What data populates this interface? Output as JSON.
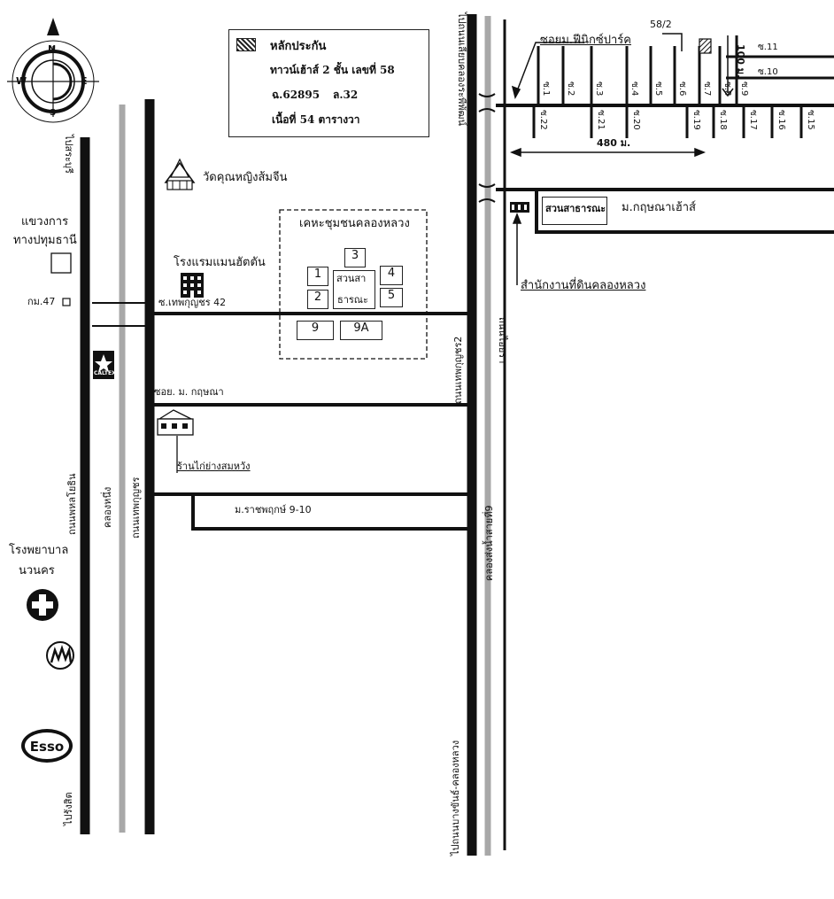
{
  "compass": {
    "n": "N",
    "s": "S",
    "e": "E",
    "w": "W"
  },
  "legend": {
    "title": "หลักประกัน",
    "line1": "ทาวน์เฮ้าส์ 2 ชั้น เลขที่ 58",
    "line2a": "ฉ.62895",
    "line2b": "ล.32",
    "line3": "เนื้อที่ 54 ตารางวา"
  },
  "labels": {
    "to_saraburi": "ไปสระบุรี",
    "district_office_1": "แขวงการ",
    "district_office_2": "ทางปทุมธานี",
    "km47": "กม.47",
    "temple": "วัดคุณหญิงส้มจีน",
    "hotel": "โรงแรมแมนฮัตตัน",
    "soi_thep42": "ซ.เทพกุญชร 42",
    "soi_kritsana": "ซอย. ม. กฤษณา",
    "restaurant": "ร้านไก่ย่างสมหวัง",
    "rachaphruk": "ม.ราชพฤกษ์ 9-10",
    "hospital_1": "โรงพยาบาล",
    "hospital_2": "นวนคร",
    "phahon_road": "ถนนพหลโยธิน",
    "khlong_nueng": "คลองหนึ่ง",
    "thep_road": "ถนนเทพกุญชร",
    "to_rangsit": "ไปรังสิต",
    "housing_title": "เคหะชุมชนคลองหลวง",
    "park_1": "สวนสา",
    "park_2": "ธารณะ",
    "thep2_road": "ถนนเทพกุญชร2",
    "khlong_9": "คลองส่งน้ำสายที่9",
    "to_bangkhan": "ไปถนนบางขันธ์-คลองหลวง",
    "to_liap_khlong": "ไปถนนเลียบคลองระพีพัฒน์",
    "itsaya_road": "ถนนไอยรา",
    "phoenix_park": "ซอยม.ฟีนิกซ์ปาร์ค",
    "house_no": "58/2",
    "dist_480": "480 ม.",
    "dist_100": "100 ม.",
    "park_public": "สวนสาธารณะ",
    "kritsana_house": "ม.กฤษณาเฮ้าส์",
    "land_office": "สำนักงานที่ดินคลองหลวง"
  },
  "blocks": [
    "1",
    "2",
    "3",
    "4",
    "5",
    "9",
    "9A"
  ],
  "soi_top": [
    "ซ.1",
    "ซ.2",
    "ซ.3",
    "ซ.4",
    "ซ.5",
    "ซ.6",
    "ซ.7",
    "ซ.8",
    "ซ.9"
  ],
  "soi_bottom": [
    "ซ.22",
    "ซ.21",
    "ซ.20",
    "ซ.19",
    "ซ.18",
    "ซ.17",
    "ซ.16",
    "ซ.15"
  ],
  "soi_right": [
    "ซ.11",
    "ซ.10"
  ],
  "logos": {
    "caltex": "CALTEX",
    "esso": "Esso"
  },
  "colors": {
    "ink": "#111111",
    "canal": "#a8a8a8",
    "paper": "#ffffff"
  }
}
